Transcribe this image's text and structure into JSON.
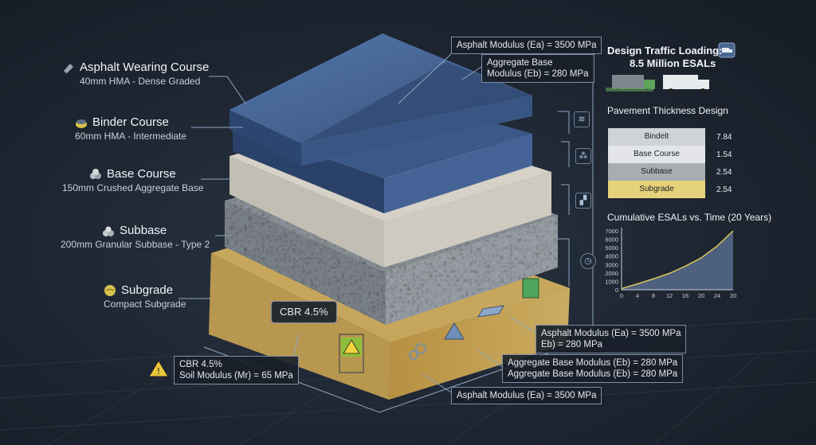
{
  "layers": [
    {
      "title": "Asphalt Wearing Course",
      "subtitle": "40mm HMA - Dense Graded",
      "icon": "asphalt-icon"
    },
    {
      "title": "Binder Course",
      "subtitle": "60mm HMA - Intermediate",
      "icon": "binder-icon"
    },
    {
      "title": "Base Course",
      "subtitle": "150mm Crushed Aggregate Base",
      "icon": "aggregate-icon"
    },
    {
      "title": "Subbase",
      "subtitle": "200mm Granular Subbase - Type 2",
      "icon": "subbase-icon"
    },
    {
      "title": "Subgrade",
      "subtitle": "Compact Subgrade",
      "icon": "subgrade-icon"
    }
  ],
  "callouts": {
    "top_asphalt": "Asphalt Modulus (Ea) = 3500 MPa",
    "top_base_l1": "Aggregate Base",
    "top_base_l2": "Modulus (Eb) = 280 MPa",
    "cbr_badge": "CBR 4.5%",
    "soil_l1": "CBR 4.5%",
    "soil_l2": "Soil Modulus (Mr) = 65 MPa",
    "mid_l1": "Asphalt Modulus (Ea) = 3500 MPa",
    "mid_l2": "Eb) = 280 MPa",
    "agg_l1": "Aggregate Base Modulus (Eb) = 280 MPa",
    "agg_l2": "Aggregate Base Modulus (Eb) = 280 MPa",
    "bottom": "Asphalt Modulus (Ea) = 3500 MPa"
  },
  "traffic": {
    "title": "Design Traffic Loading:",
    "value": "8.5 Million ESALs"
  },
  "thickness": {
    "title": "Pavement Thickness Design",
    "rows": [
      {
        "label": "Bindelt",
        "value": "7.84",
        "color": "#cfd3d8"
      },
      {
        "label": "Base Course",
        "value": "1.54",
        "color": "#e3e5e8"
      },
      {
        "label": "Subbase",
        "value": "2.54",
        "color": "#a9adb2"
      },
      {
        "label": "Subgrade",
        "value": "2.54",
        "color": "#e6d27a"
      }
    ]
  },
  "colors": {
    "asphalt": "#4a6fa6",
    "base": "#d9d6cc",
    "subbase": "#8f959b",
    "subgrade": "#c8a24e",
    "accent": "#8da6c2"
  },
  "chart_data": {
    "type": "area",
    "title": "Cumulative ESALs vs. Time (20 Years)",
    "xlabel": "",
    "ylabel": "",
    "x": [
      0,
      4,
      8,
      12,
      16,
      20,
      24,
      28
    ],
    "y": [
      150,
      700,
      1300,
      1950,
      2800,
      3800,
      5200,
      7000
    ],
    "xticks": [
      "0",
      "4",
      "8",
      "12",
      "16",
      "20",
      "24",
      "20"
    ],
    "yticks": [
      "0",
      "1000",
      "2000",
      "3000",
      "4000",
      "5000",
      "6000",
      "7000"
    ],
    "xlim": [
      0,
      28
    ],
    "ylim": [
      0,
      7000
    ],
    "grid": false
  }
}
